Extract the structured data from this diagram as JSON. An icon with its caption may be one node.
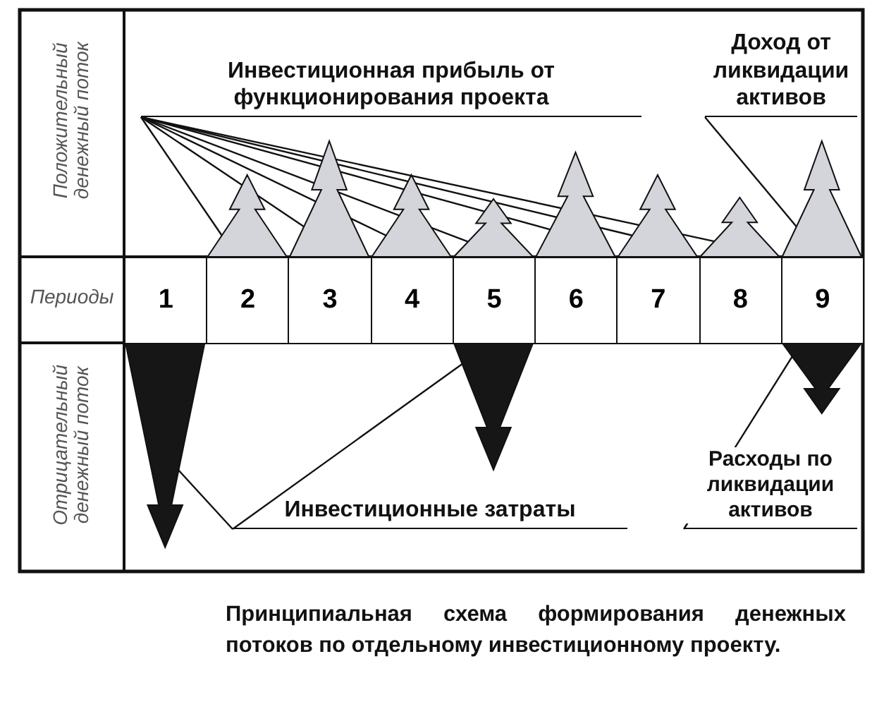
{
  "diagram": {
    "caption": "Принципиальная схема формирования денежных потоков по отдельному инвестиционному проекту.",
    "nodes": [
      {
        "text": [
          "Инвестиционная прибыль от функционирования проекта"
        ]
      },
      {
        "text": [
          "Доход от ликвидации активов"
        ]
      },
      {
        "text": [],
        "shape": "arrow"
      },
      {
        "text": [],
        "shape": "arrow"
      },
      {
        "text": [],
        "shape": "arrow"
      },
      {
        "text": [],
        "shape": "arrow"
      },
      {
        "text": [],
        "shape": "arrow"
      },
      {
        "text": [],
        "shape": "arrow"
      },
      {
        "text": [],
        "shape": "arrow"
      },
      {
        "text": [],
        "shape": "arrow"
      },
      {
        "text": [
          "1"
        ]
      },
      {
        "text": [
          "2"
        ]
      },
      {
        "text": [
          "3"
        ]
      },
      {
        "text": [
          "4"
        ]
      },
      {
        "text": [
          "5"
        ]
      },
      {
        "text": [
          "6"
        ]
      },
      {
        "text": [
          "7"
        ]
      },
      {
        "text": [
          "8"
        ]
      },
      {
        "text": [
          "9"
        ]
      },
      {
        "text": [],
        "shape": "arrow"
      },
      {
        "text": [],
        "shape": "arrow"
      },
      {
        "text": [],
        "shape": "arrow"
      },
      {
        "text": [
          "Инвестиционные затраты"
        ]
      },
      {
        "text": [
          "Расходы по ликвидации активов"
        ]
      }
    ],
    "edges": [
      {
        "from": 0,
        "to": 2,
        "arrow": "none"
      },
      {
        "from": 0,
        "to": 3,
        "arrow": "none"
      },
      {
        "from": 0,
        "to": 4,
        "arrow": "none"
      },
      {
        "from": 0,
        "to": 5,
        "arrow": "none"
      },
      {
        "from": 0,
        "to": 6,
        "arrow": "none"
      },
      {
        "from": 0,
        "to": 7,
        "arrow": "none"
      },
      {
        "from": 0,
        "to": 8,
        "arrow": "none"
      },
      {
        "from": 1,
        "to": 9,
        "arrow": "none"
      },
      {
        "from": 22,
        "to": 19,
        "arrow": "none"
      },
      {
        "from": 22,
        "to": 20,
        "arrow": "none"
      },
      {
        "from": 23,
        "to": 21,
        "arrow": "none"
      }
    ],
    "labels": [
      "Положительный денежный поток",
      "Периоды",
      "Отрицательный денежный поток"
    ]
  }
}
